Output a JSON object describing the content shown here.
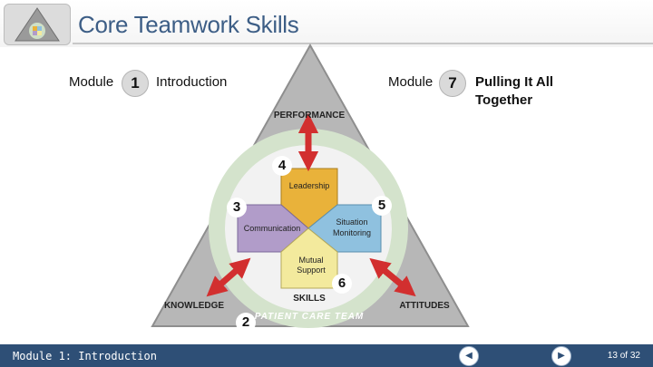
{
  "header": {
    "title": "Core Teamwork Skills"
  },
  "module_left": {
    "prefix": "Module",
    "number": "1",
    "title": "Introduction"
  },
  "module_right": {
    "prefix": "Module",
    "number": "7",
    "title_line1": "Pulling It All",
    "title_line2": "Together"
  },
  "diagram": {
    "performance": "PERFORMANCE",
    "knowledge": "KNOWLEDGE",
    "attitudes": "ATTITUDES",
    "skills": "SKILLS",
    "patient_care_team": "PATIENT CARE TEAM",
    "leadership": "Leadership",
    "communication": "Communication",
    "situation_line1": "Situation",
    "situation_line2": "Monitoring",
    "mutual_line1": "Mutual",
    "mutual_line2": "Support",
    "badges": [
      "2",
      "3",
      "4",
      "5",
      "6"
    ]
  },
  "footer": {
    "module_text": "Module 1: Introduction",
    "page": "13 of 32"
  },
  "colors": {
    "accent": "#2e4f76",
    "title": "#3d5e86",
    "leadership": "#e9b23a",
    "communication": "#b19cc9",
    "situation": "#8fc1df",
    "mutual": "#f3ea9d",
    "arrow": "#d22f2f"
  }
}
